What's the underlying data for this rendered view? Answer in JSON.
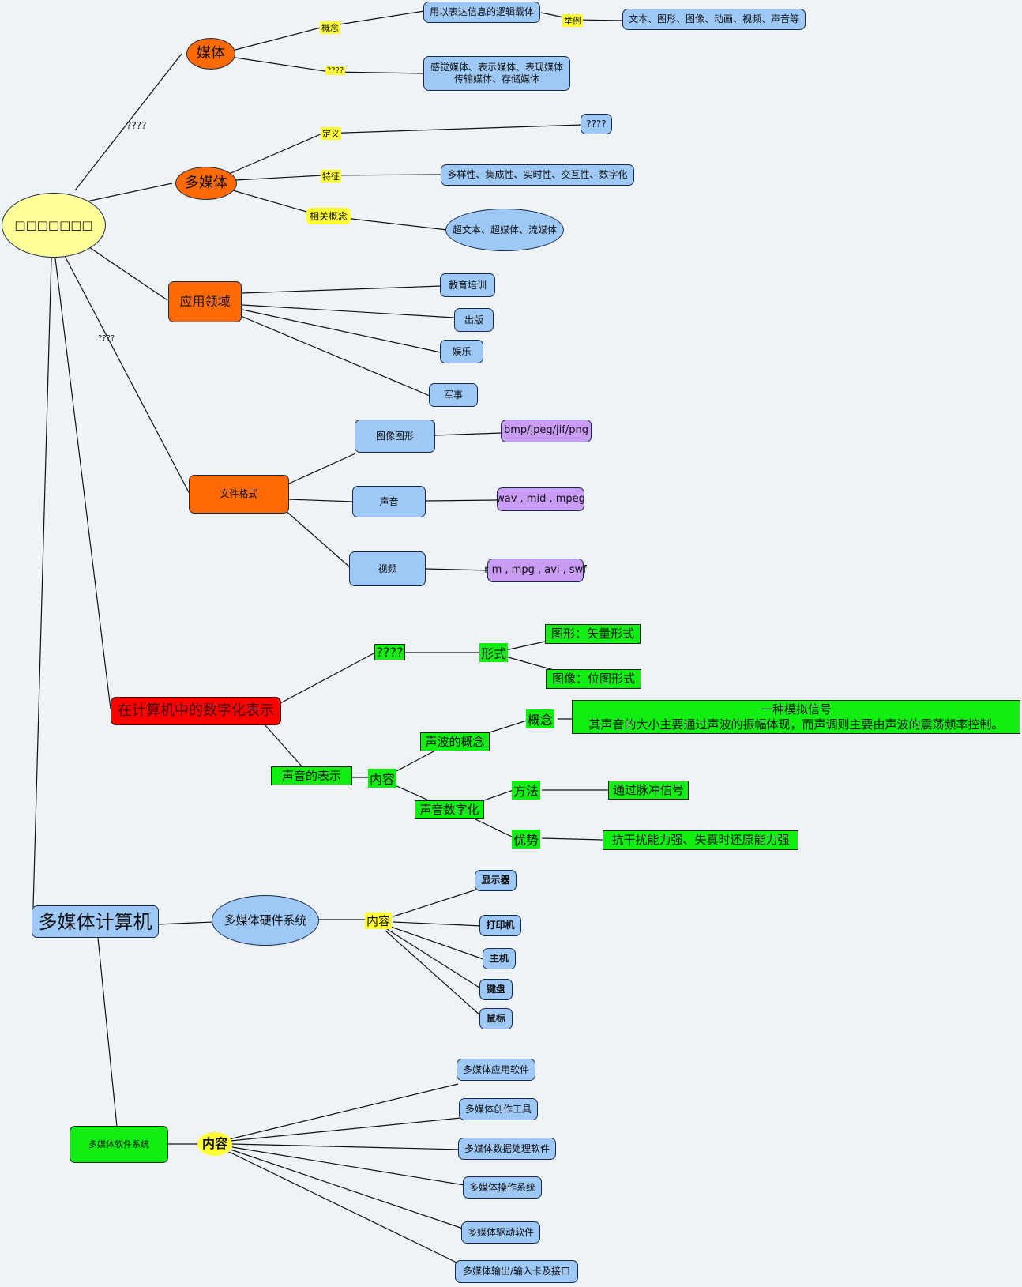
{
  "root": {
    "label": "□□□□□□□"
  },
  "media": {
    "label": "媒体",
    "edge_to_root": "????",
    "concept_label": "概念",
    "concept": "用以表达信息的逻辑载体",
    "example_label": "举例",
    "example": "文本、图形、图像、动画、视频、声音等",
    "class_label": "????",
    "classes_line1": "感觉媒体、表示媒体、表现媒体",
    "classes_line2": "传输媒体、存储媒体"
  },
  "multimedia": {
    "label": "多媒体",
    "def_label": "定义",
    "def": "????",
    "feat_label": "特征",
    "feat": "多样性、集成性、实时性、交互性、数字化",
    "rel_label": "相关概念",
    "rel": "超文本、超媒体、流媒体"
  },
  "apps": {
    "label": "应用领域",
    "items": [
      "教育培训",
      "出版",
      "娱乐",
      "军事"
    ]
  },
  "formats": {
    "label": "文件格式",
    "edge_to_root": "????",
    "image": "图像图形",
    "image_ext": "bmp/jpeg/jif/png",
    "sound": "声音",
    "sound_ext": "wav , mid , mpeg",
    "video": "视频",
    "video_ext": "r m , mpg , avi , swf"
  },
  "digital": {
    "label": "在计算机中的数字化表示",
    "q": "????",
    "form_label": "形式",
    "graphic": "图形：矢量形式",
    "picture": "图像：位图形式",
    "sound_repr": "声音的表示",
    "content_label": "内容",
    "wave": "声波的概念",
    "concept_label": "概念",
    "concept_line1": "一种模拟信号",
    "concept_line2": "其声音的大小主要通过声波的振幅体现，而声调则主要由声波的震荡频率控制。",
    "digitize": "声音数字化",
    "method_label": "方法",
    "method": "通过脉冲信号",
    "adv_label": "优势",
    "adv": "抗干扰能力强、失真时还原能力强"
  },
  "computer": {
    "label": "多媒体计算机",
    "hw": "多媒体硬件系统",
    "hw_content": "内容",
    "hw_items": [
      "显示器",
      "打印机",
      "主机",
      "键盘",
      "鼠标"
    ],
    "sw": "多媒体软件系统",
    "sw_content": "内容",
    "sw_items": [
      "多媒体应用软件",
      "多媒体创作工具",
      "多媒体数据处理软件",
      "多媒体操作系统",
      "多媒体驱动软件",
      "多媒体输出/输入卡及接口"
    ]
  },
  "colors": {
    "background": "#eef4f6",
    "blue_node": "#9ec9f7",
    "orange_node": "#ff6a05",
    "yellow_node": "#ffff99",
    "green_node": "#11ee11",
    "red_node": "#ff0000",
    "purple_node": "#c99cf5",
    "label_highlight": "#ffff33"
  }
}
